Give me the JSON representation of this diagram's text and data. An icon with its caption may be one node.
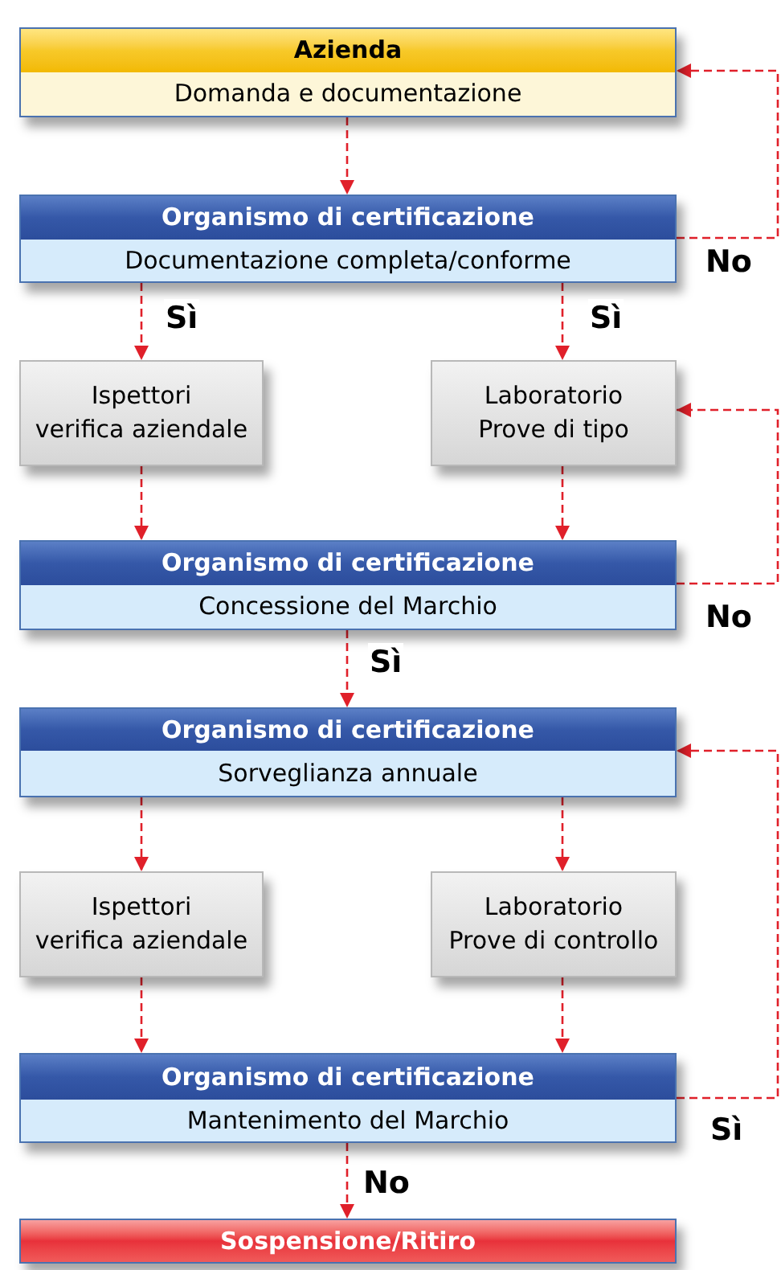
{
  "diagram": {
    "nodes": [
      {
        "text": [
          "Azienda",
          "Domanda e documentazione"
        ]
      },
      {
        "text": [
          "Organismo di certificazione",
          "Documentazione completa/conforme"
        ]
      },
      {
        "text": [
          "Ispettori",
          "verifica aziendale"
        ]
      },
      {
        "text": [
          "Laboratorio",
          "Prove di tipo"
        ]
      },
      {
        "text": [
          "Organismo di certificazione",
          "Concessione del Marchio"
        ]
      },
      {
        "text": [
          "Organismo di certificazione",
          "Sorveglianza annuale"
        ]
      },
      {
        "text": [
          "Ispettori",
          "verifica aziendale"
        ]
      },
      {
        "text": [
          "Laboratorio",
          "Prove di controllo"
        ]
      },
      {
        "text": [
          "Organismo di certificazione",
          "Mantenimento del Marchio"
        ]
      },
      {
        "text": [
          "Sospensione/Ritiro"
        ]
      }
    ],
    "edges": [
      {
        "from": 0,
        "to": 1,
        "arrow": "to"
      },
      {
        "from": 1,
        "to": 2,
        "arrow": "to",
        "label": "Sì"
      },
      {
        "from": 1,
        "to": 3,
        "arrow": "to",
        "label": "Sì"
      },
      {
        "from": 1,
        "to": 0,
        "arrow": "to",
        "label": "No"
      },
      {
        "from": 2,
        "to": 4,
        "arrow": "to"
      },
      {
        "from": 3,
        "to": 4,
        "arrow": "to"
      },
      {
        "from": 4,
        "to": 3,
        "arrow": "to",
        "label": "No"
      },
      {
        "from": 4,
        "to": 5,
        "arrow": "to",
        "label": "Sì"
      },
      {
        "from": 5,
        "to": 6,
        "arrow": "to"
      },
      {
        "from": 5,
        "to": 7,
        "arrow": "to"
      },
      {
        "from": 6,
        "to": 8,
        "arrow": "to"
      },
      {
        "from": 7,
        "to": 8,
        "arrow": "to"
      },
      {
        "from": 8,
        "to": 5,
        "arrow": "to",
        "label": "Sì"
      },
      {
        "from": 8,
        "to": 9,
        "arrow": "to",
        "label": "No"
      }
    ]
  }
}
